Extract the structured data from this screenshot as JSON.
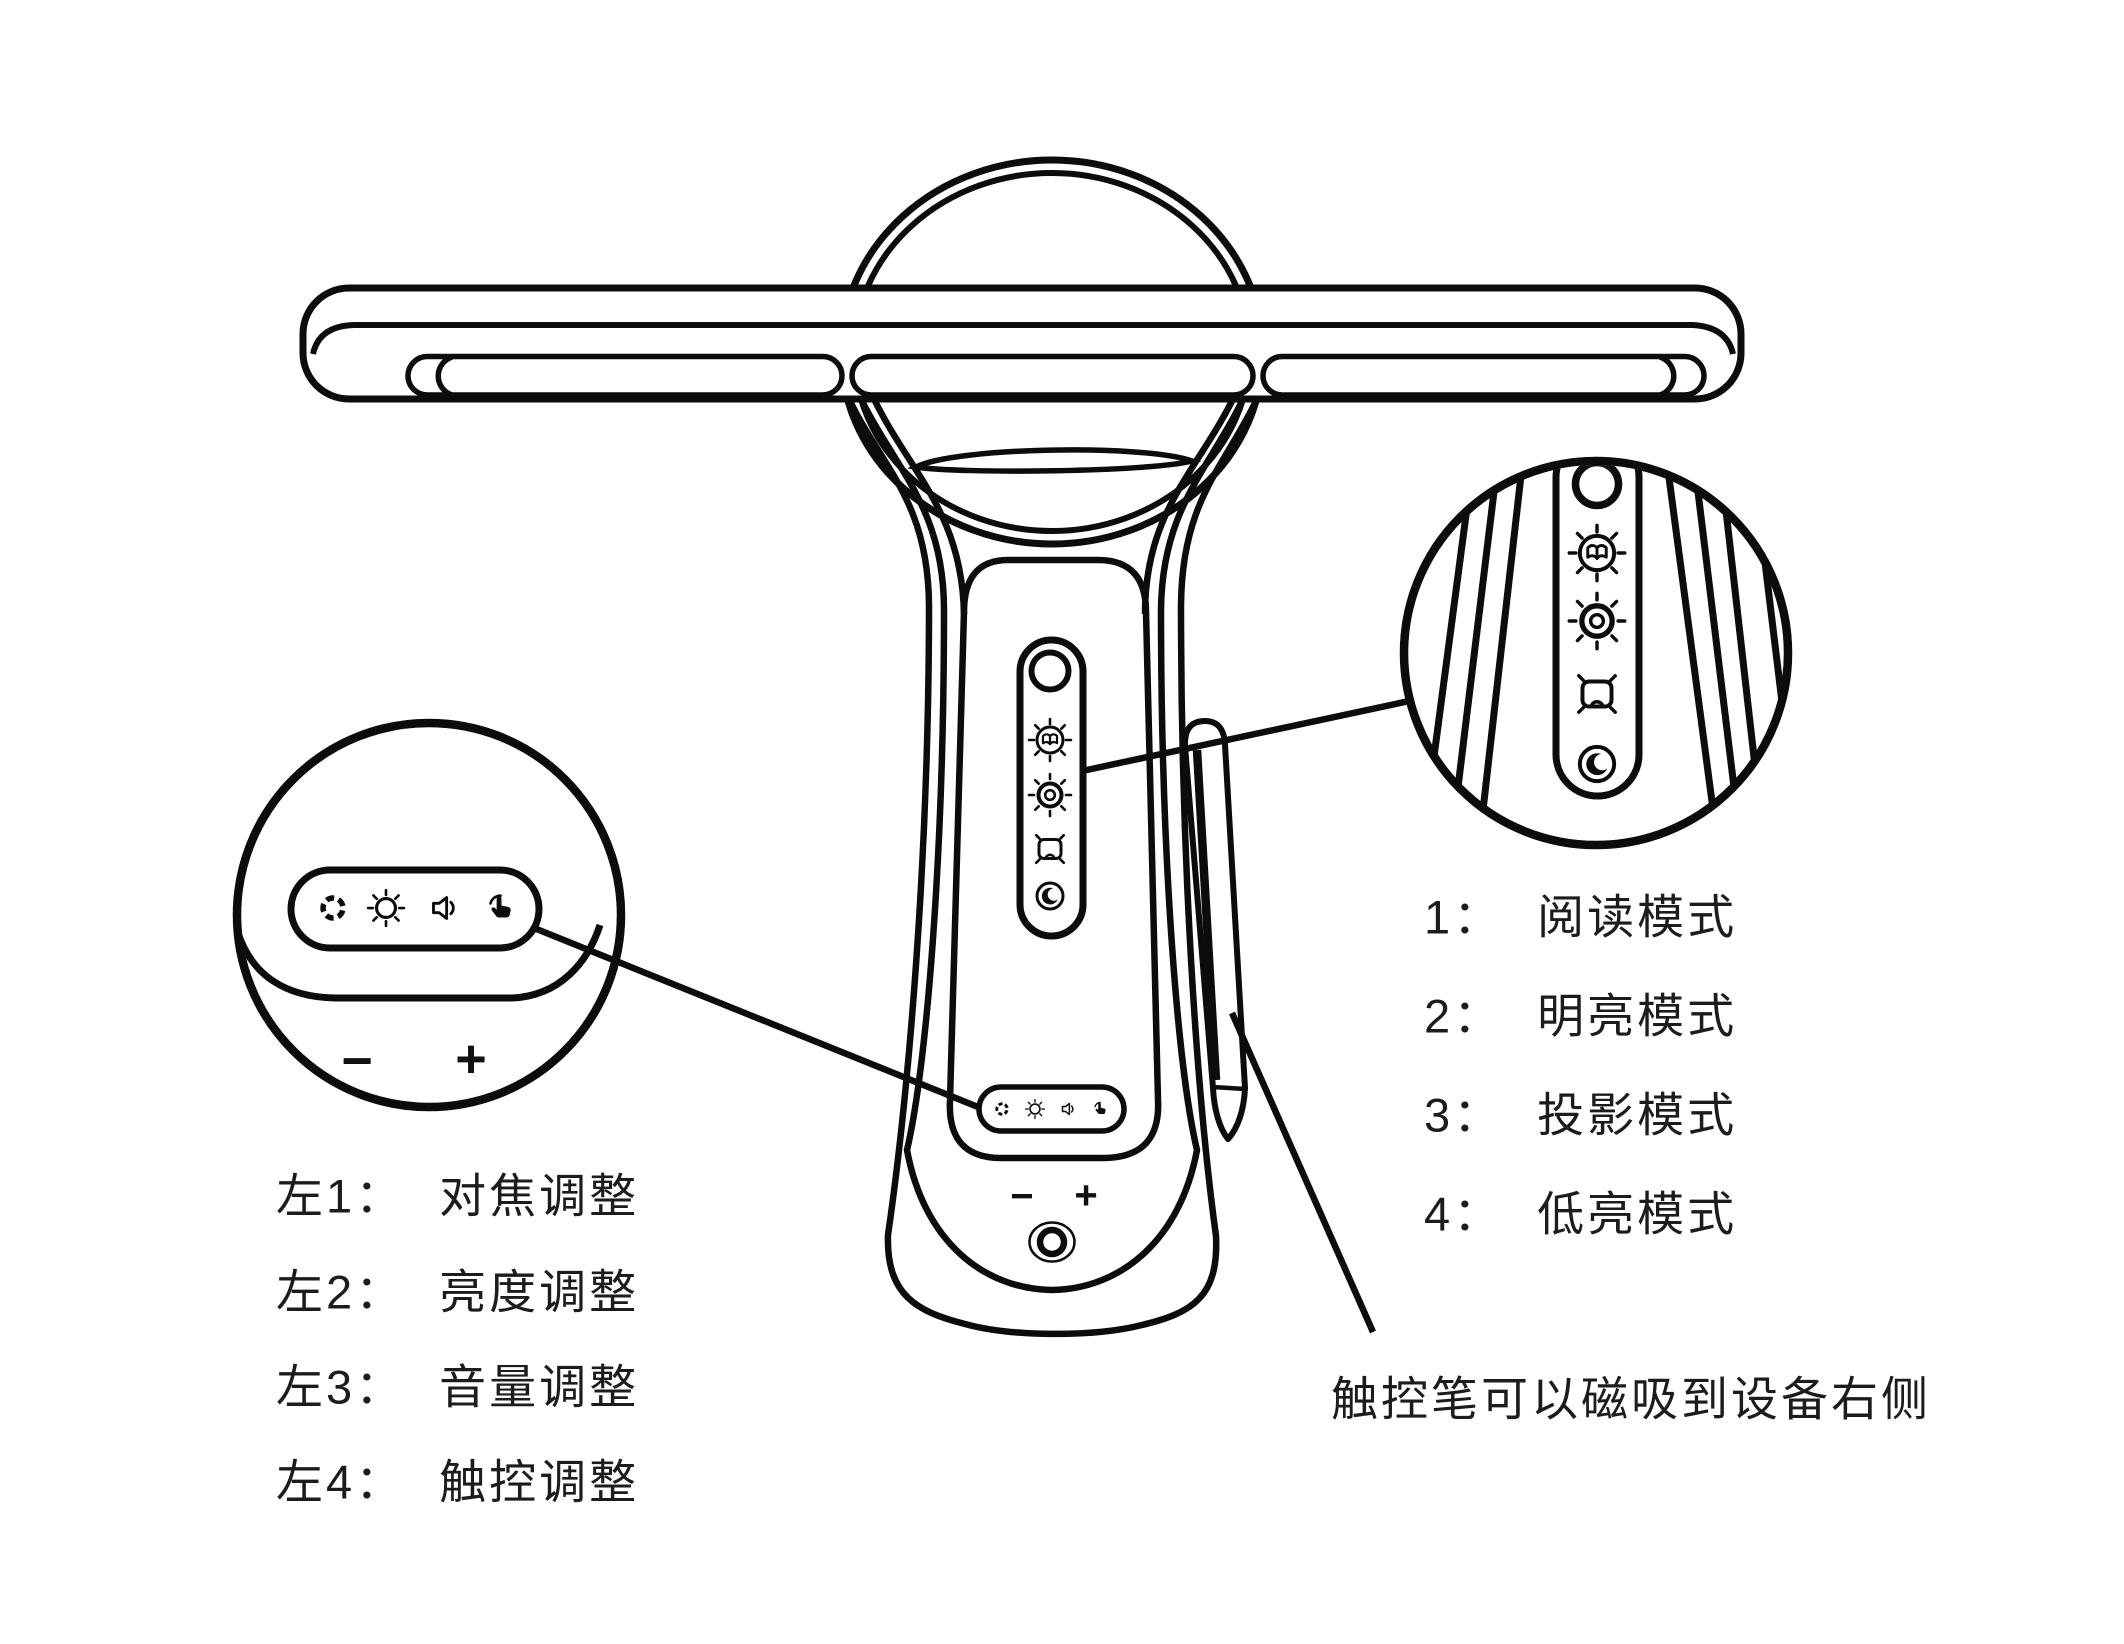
{
  "colors": {
    "background": "#ffffff",
    "line": "#0c0c0c",
    "text": "#1e1b1c"
  },
  "right_mode_list": {
    "items": [
      {
        "num": "1：",
        "label": "阅读模式",
        "icon": "reading-mode-icon"
      },
      {
        "num": "2：",
        "label": "明亮模式",
        "icon": "bright-mode-icon"
      },
      {
        "num": "3：",
        "label": "投影模式",
        "icon": "projection-mode-icon"
      },
      {
        "num": "4：",
        "label": "低亮模式",
        "icon": "low-light-mode-icon"
      }
    ]
  },
  "left_function_list": {
    "items": [
      {
        "num": "左1：",
        "label": "对焦调整",
        "icon": "focus-adjust-icon"
      },
      {
        "num": "左2：",
        "label": "亮度调整",
        "icon": "brightness-icon"
      },
      {
        "num": "左3：",
        "label": "音量调整",
        "icon": "volume-speaker-icon"
      },
      {
        "num": "左4：",
        "label": "触控调整",
        "icon": "touch-adjust-icon"
      }
    ]
  },
  "stylus_note": "触控笔可以磁吸到设备右侧",
  "base_controls": {
    "minus": "−",
    "plus": "+"
  },
  "callout_base_controls": {
    "minus": "−",
    "plus": "+"
  },
  "icons": {
    "side_panel": [
      "reading-mode-icon",
      "bright-mode-icon",
      "projection-mode-icon",
      "low-light-mode-icon"
    ],
    "front_panel": [
      "focus-adjust-icon",
      "brightness-icon",
      "volume-speaker-icon",
      "touch-adjust-icon"
    ],
    "power": "power-ring-icon"
  }
}
